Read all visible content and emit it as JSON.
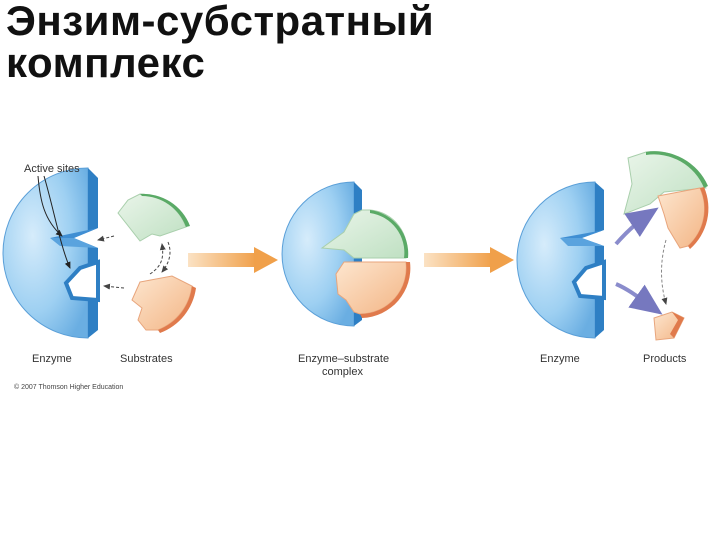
{
  "title": {
    "line1": "Энзим-субстратный",
    "line2": "комплекс"
  },
  "labels": {
    "active_sites": "Active sites",
    "enzyme_left": "Enzyme",
    "substrates": "Substrates",
    "complex_line1": "Enzyme–substrate",
    "complex_line2": "complex",
    "enzyme_right": "Enzyme",
    "products": "Products",
    "credit": "© 2007 Thomson Higher Education"
  },
  "colors": {
    "enzyme_fill": "#7dbde9",
    "enzyme_edge": "#2e7fc4",
    "substrate_green": "#cfe8cf",
    "substrate_green_edge": "#5aaa66",
    "substrate_orange": "#f6c9a0",
    "substrate_orange_edge": "#e07a4c",
    "arrow_orange": "#f0a04a",
    "arrow_purple": "#8a8ccc"
  }
}
